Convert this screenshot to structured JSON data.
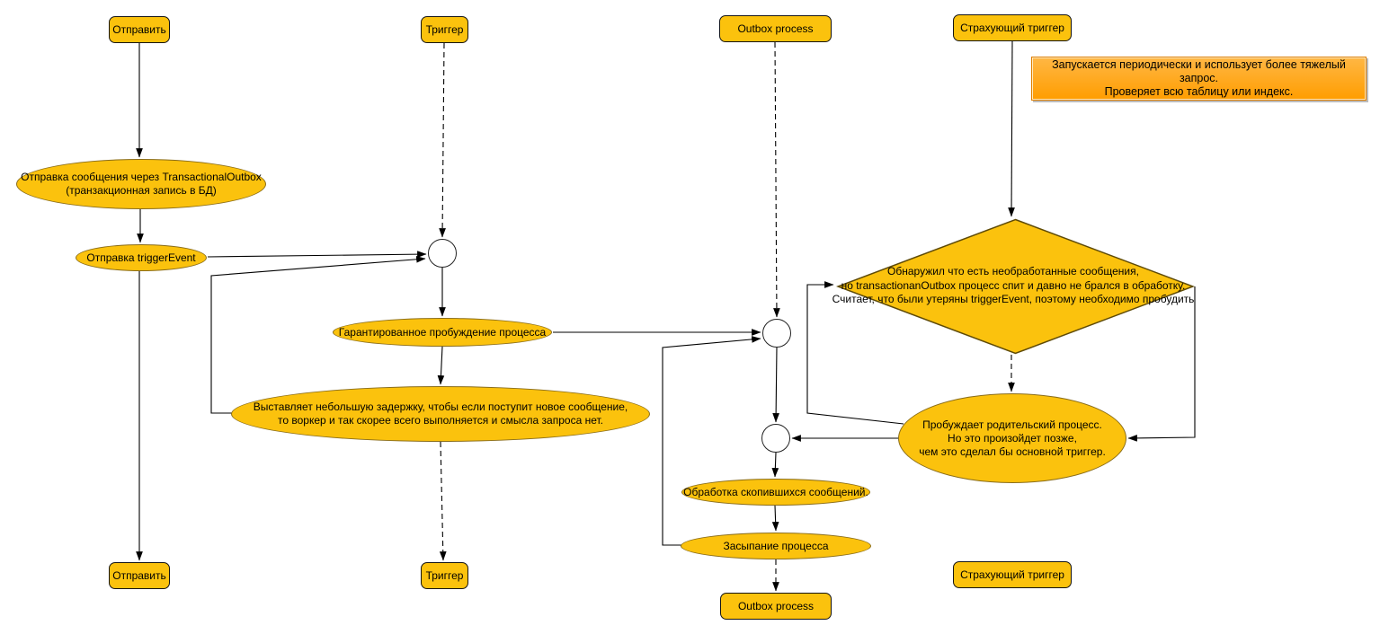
{
  "colors": {
    "node_fill": "#FBC20D",
    "ellipse_border": "#8a6d1a",
    "rect_border": "#141414",
    "edge": "#000000",
    "note_background": "#FF9D00",
    "note_border": "#DD7E00"
  },
  "nodes": {
    "send_top": {
      "label": "Отправить"
    },
    "trigger_top": {
      "label": "Триггер"
    },
    "outbox_top": {
      "label": "Outbox process"
    },
    "backup_trigger_top": {
      "label": "Страхующий триггер"
    },
    "send_bottom": {
      "label": "Отправить"
    },
    "trigger_bottom": {
      "label": "Триггер"
    },
    "outbox_bottom": {
      "label": "Outbox process"
    },
    "backup_trigger_bottom": {
      "label": "Страхующий триггер"
    },
    "send_message": {
      "lines": [
        "Отправка сообщения через TransactionalOutbox",
        "(транзакционная запись в БД)"
      ]
    },
    "send_trigger_event": {
      "label": "Отправка triggerEvent"
    },
    "guaranteed_wakeup": {
      "label": "Гарантированное пробуждение процесса"
    },
    "delay": {
      "lines": [
        "Выставляет небольшую задержку, чтобы если поступит новое сообщение,",
        "то воркер и так скорее всего выполняется и смысла запроса нет."
      ]
    },
    "process_accumulated": {
      "label": "Обработка скопившихся сообщений."
    },
    "process_sleep": {
      "label": "Засыпание процесса"
    },
    "wake_parent": {
      "lines": [
        "Пробуждает родительский процесс.",
        "Но это произойдет позже,",
        "чем это сделал бы основной триггер."
      ]
    },
    "decision": {
      "lines": [
        "Обнаружил что есть необработанные сообщения,",
        "но transactionanOutbox процесс спит и давно не брался в обработку.",
        "Считает, что были утеряны triggerEvent, поэтому необходимо пробудить"
      ]
    }
  },
  "note": {
    "lines": [
      "Запускается периодически и использует более тяжелый запрос.",
      "Проверяет всю таблицу или индекс."
    ]
  }
}
